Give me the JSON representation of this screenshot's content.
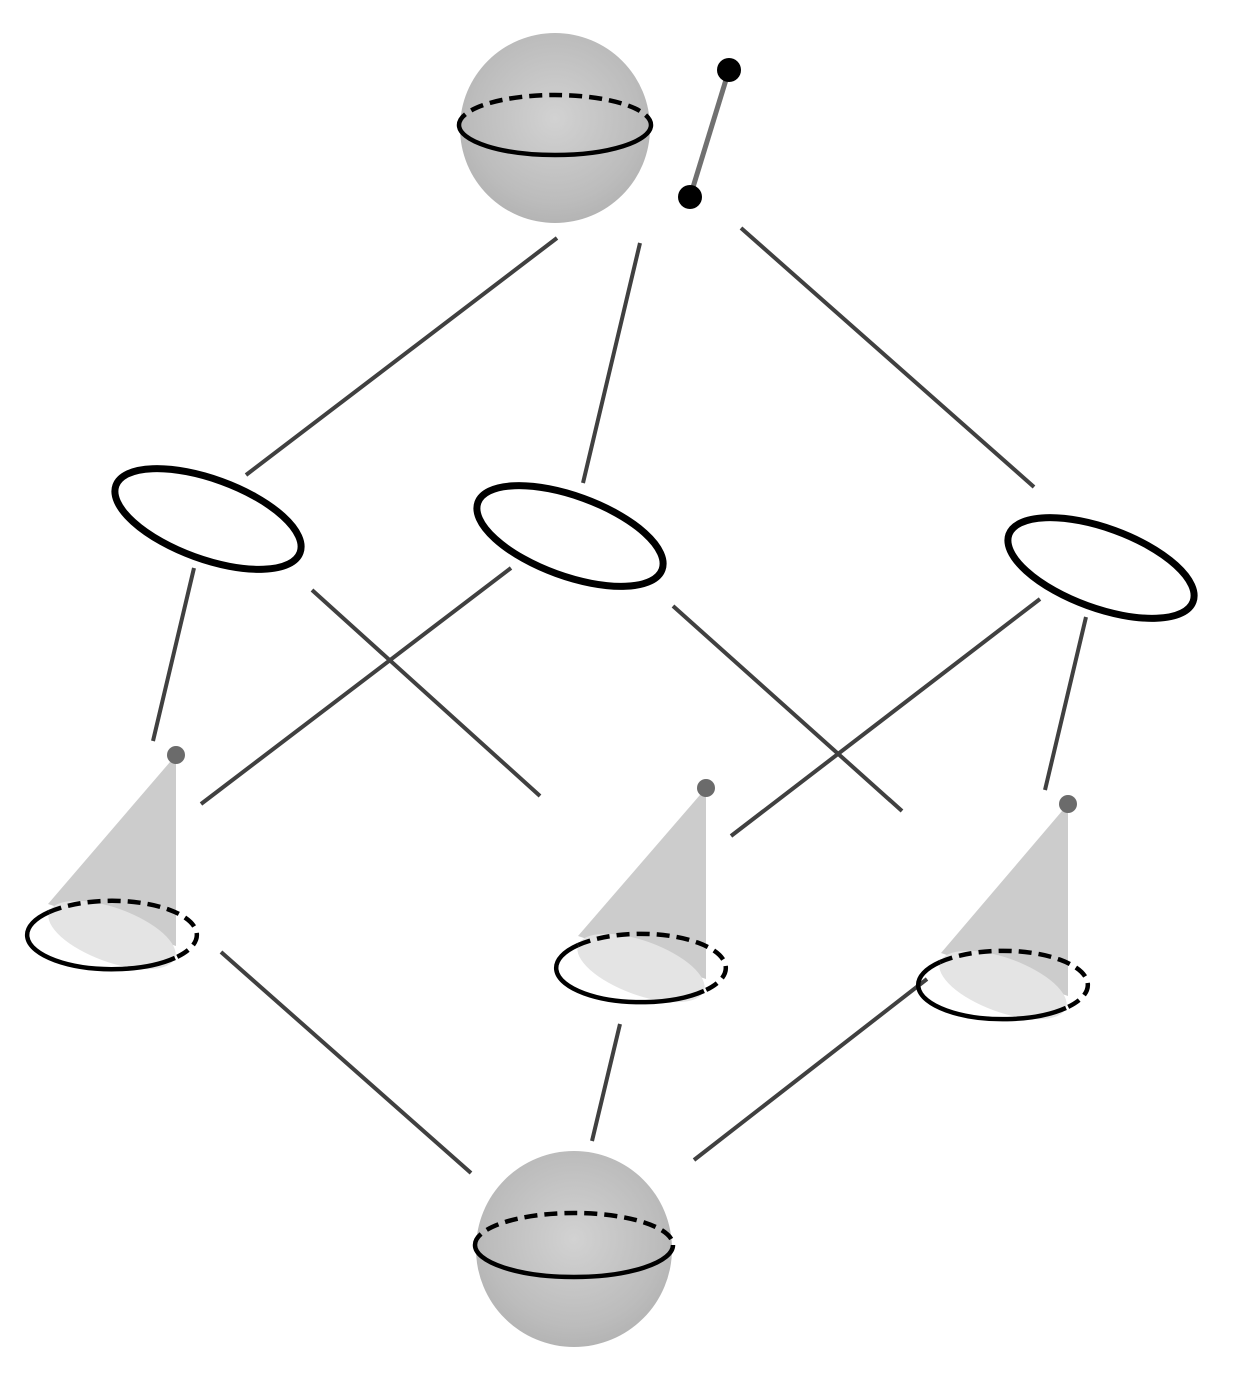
{
  "diagram": {
    "description_free": true,
    "colors": {
      "background": "#ffffff",
      "edge": "#404040",
      "outline": "#000000",
      "sphere_fill": "#bdbdbd",
      "sphere_highlight": "#d2d2d2",
      "cone_fill": "#cccccc",
      "cone_base_fill": "#e4e4e4",
      "apex_point": "#6b6b6b",
      "segment_line": "#707070"
    },
    "levels": [
      {
        "level": "top",
        "nodes": [
          "sphere-with-segment"
        ]
      },
      {
        "level": "upper-middle",
        "nodes": [
          "circle",
          "circle",
          "circle"
        ]
      },
      {
        "level": "lower-middle",
        "nodes": [
          "cone",
          "cone",
          "cone"
        ]
      },
      {
        "level": "bottom",
        "nodes": [
          "sphere"
        ]
      }
    ],
    "edges": [
      [
        "top-node",
        "circle-left"
      ],
      [
        "top-node",
        "circle-middle"
      ],
      [
        "top-node",
        "circle-right"
      ],
      [
        "circle-left",
        "cone-left"
      ],
      [
        "circle-left",
        "cone-middle"
      ],
      [
        "circle-middle",
        "cone-left"
      ],
      [
        "circle-middle",
        "cone-right"
      ],
      [
        "circle-right",
        "cone-middle"
      ],
      [
        "circle-right",
        "cone-right"
      ],
      [
        "cone-left",
        "bottom-node"
      ],
      [
        "cone-middle",
        "bottom-node"
      ],
      [
        "cone-right",
        "bottom-node"
      ]
    ]
  }
}
